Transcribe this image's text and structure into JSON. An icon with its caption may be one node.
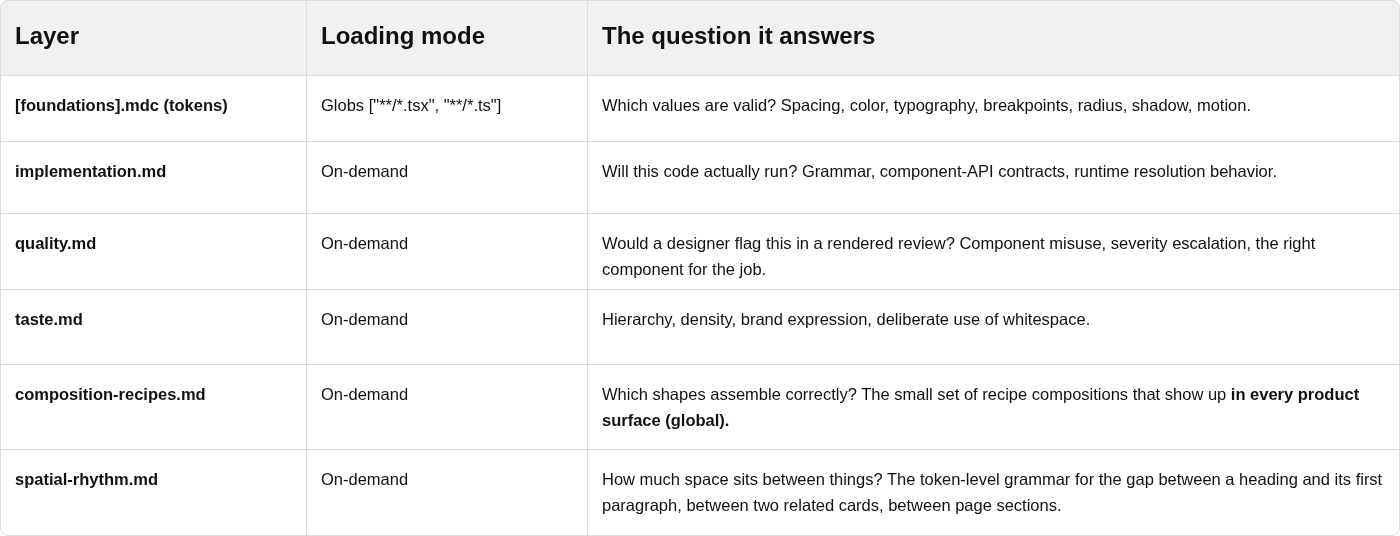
{
  "diagram": {
    "labels": [
      "Layer",
      "Loading mode",
      "The question it answers",
      "[foundations].mdc (tokens)",
      "Globs [\"**/*.tsx\", \"**/*.ts\"]",
      "Which values are valid? Spacing, color, typography, breakpoints, radius, shadow, motion.",
      "implementation.md",
      "On-demand",
      "Will this code actually run? Grammar, component-API contracts, runtime resolution behavior.",
      "quality.md",
      "On-demand",
      "Would a designer flag this in a rendered review? Component misuse, severity escalation, the right component for the job.",
      "taste.md",
      "On-demand",
      "Hierarchy, density, brand expression, deliberate use of whitespace.",
      "composition-recipes.md",
      "On-demand",
      "Which shapes assemble correctly? The small set of recipe compositions that show up **in every product surface (global).**",
      "spatial-rhythm.md",
      "On-demand",
      "How much space sits between things? The token-level grammar for the gap between a heading and its first paragraph, between two related cards, between page sections."
    ]
  }
}
